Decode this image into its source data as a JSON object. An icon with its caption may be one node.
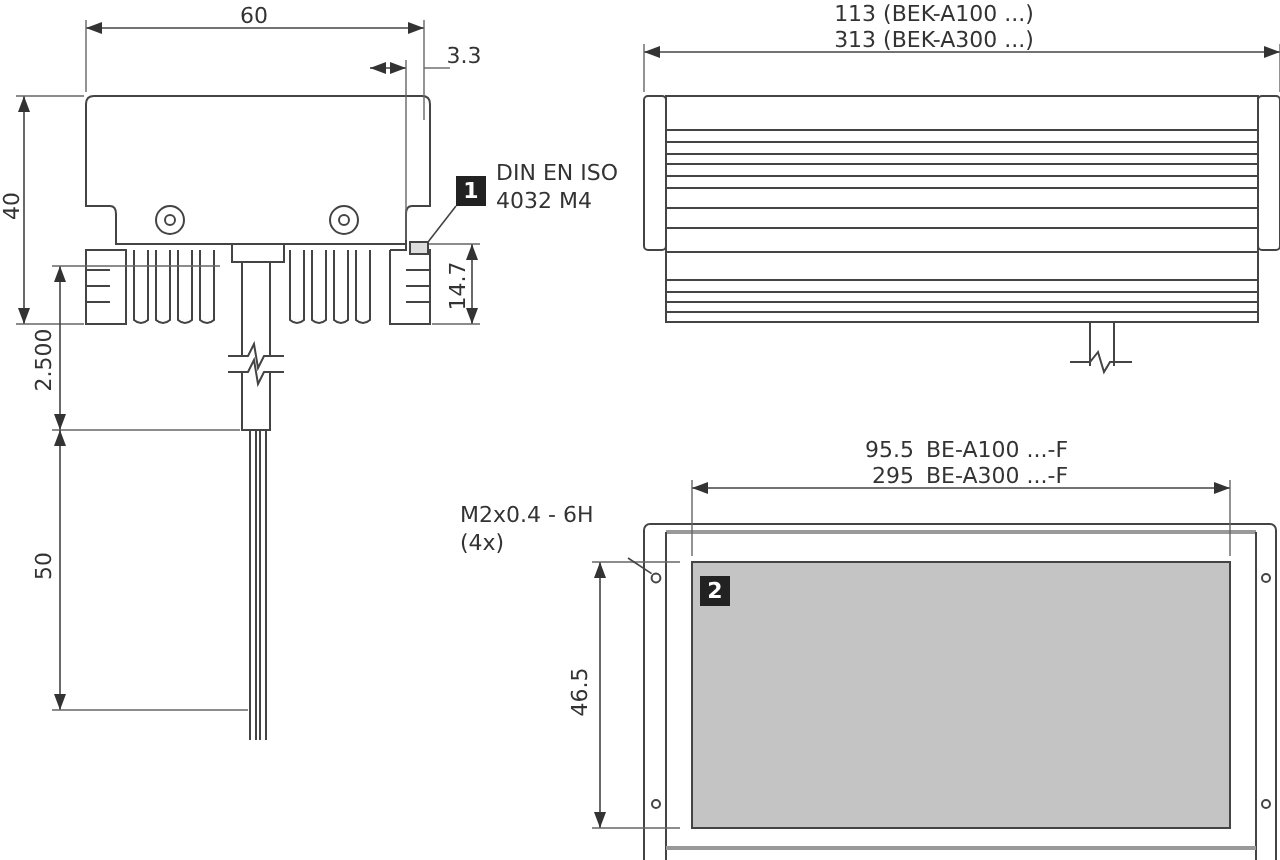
{
  "diagram": {
    "nodes": [
      {
        "text": [
          "1"
        ],
        "beside": [
          "DIN EN ISO 4032 M4"
        ]
      },
      {
        "text": [],
        "shape": "picture"
      },
      {
        "text": [
          "M2x0.4 - 6H (4x)"
        ]
      },
      {
        "text": [],
        "shape": "circle"
      },
      {
        "text": [
          "2"
        ]
      }
    ],
    "edges": [
      {
        "from": 0,
        "to": 1,
        "arrow": "none"
      },
      {
        "from": 2,
        "to": 3,
        "arrow": "none"
      }
    ],
    "labels": [
      "60",
      "3.3",
      "113 (BEK-A100 ...)",
      "313 (BEK-A300 ...)",
      "40",
      "14.7",
      "2.500",
      "50",
      "95.5",
      "BE-A100 ...-F",
      "295",
      "BE-A300 ...-F",
      "46.5"
    ]
  }
}
